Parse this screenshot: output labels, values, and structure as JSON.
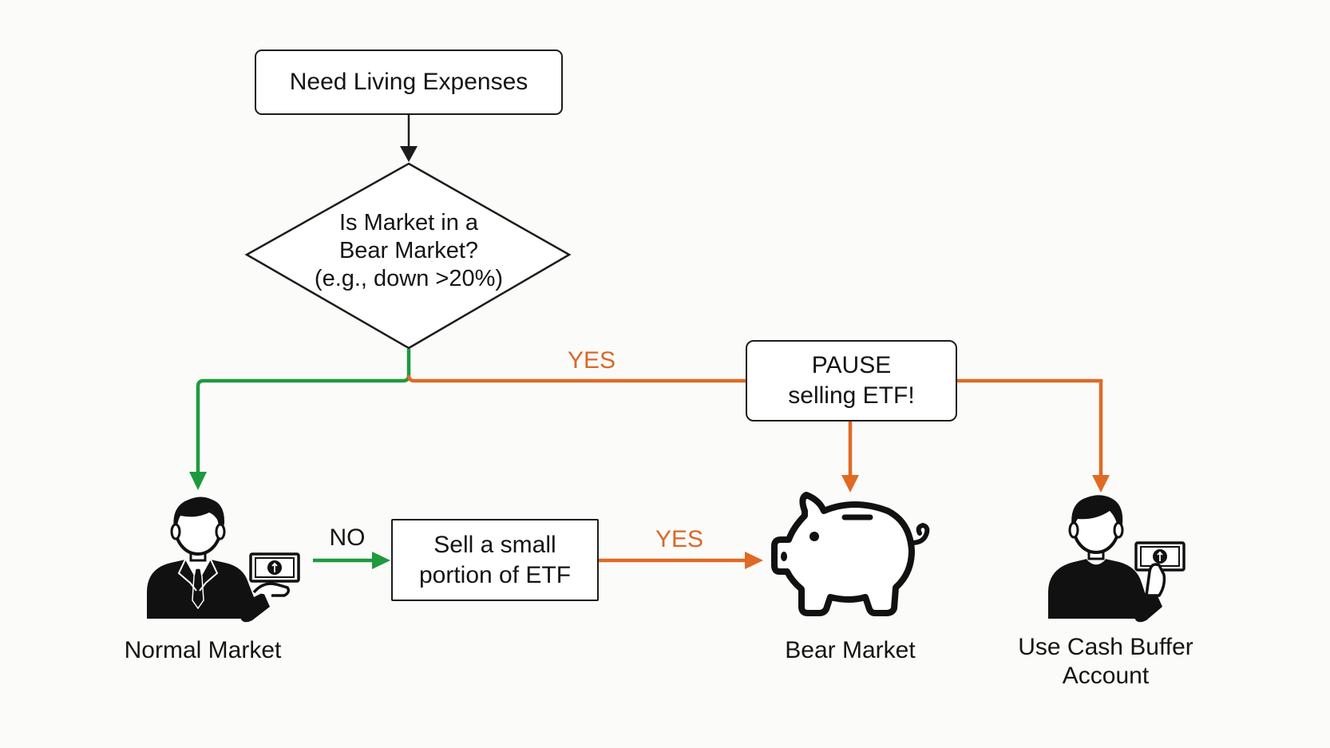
{
  "nodes": {
    "start": {
      "label": "Need Living Expenses"
    },
    "decision": {
      "line1": "Is Market in a",
      "line2": "Bear Market?",
      "line3": "(e.g., down >20%)"
    },
    "pause": {
      "line1": "PAUSE",
      "line2": "selling ETF!"
    },
    "sell": {
      "line1": "Sell a small",
      "line2": "portion of ETF"
    },
    "normal_market": {
      "label": "Normal Market"
    },
    "bear_market": {
      "label": "Bear Market"
    },
    "cash_buffer": {
      "line1": "Use Cash Buffer",
      "line2": "Account"
    }
  },
  "edges": {
    "yes_top": "YES",
    "no": "NO",
    "yes_bottom": "YES"
  },
  "colors": {
    "green": "#1e9a3e",
    "orange": "#df6a24",
    "black": "#1c1c1c"
  },
  "icons": {
    "normal_market": "businessman-holding-cash-icon",
    "bear_market": "piggy-bank-icon",
    "cash_buffer": "person-holding-cash-icon"
  }
}
